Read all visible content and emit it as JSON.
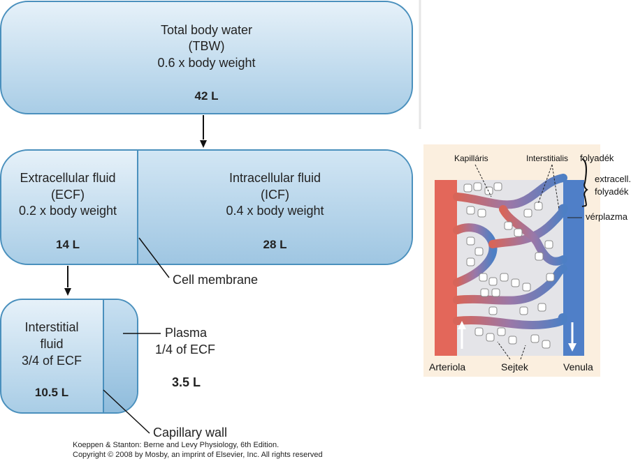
{
  "tbw": {
    "title": "Total body water",
    "abbr": "(TBW)",
    "formula": "0.6 x body weight",
    "volume": "42 L"
  },
  "ecf": {
    "title": "Extracellular fluid",
    "abbr": "(ECF)",
    "formula": "0.2 x body weight",
    "volume": "14 L"
  },
  "icf": {
    "title": "Intracellular fluid",
    "abbr": "(ICF)",
    "formula": "0.4 x body weight",
    "volume": "28 L"
  },
  "interstitial": {
    "line1": "Interstitial",
    "line2": "fluid",
    "line3": "3/4 of ECF",
    "volume": "10.5 L"
  },
  "plasma": {
    "title": "Plasma",
    "fraction": "1/4 of ECF",
    "volume": "3.5 L"
  },
  "labels": {
    "cell_membrane": "Cell membrane",
    "capillary_wall": "Capillary wall"
  },
  "credit": {
    "line1": "Koeppen & Stanton: Berne and Levy Physiology, 6th Edition.",
    "line2": "Copyright © 2008 by Mosby, an imprint of Elsevier, Inc. All rights reserved"
  },
  "illustration": {
    "kapillaris": "Kapilláris",
    "interstitialis": "Interstitialis",
    "folyadek": "folyadék",
    "extracell": "extracell.",
    "folyadek2": "folyadék",
    "verplazma": "vérplazma",
    "arteriola": "Arteriola",
    "sejtek": "Sejtek",
    "venula": "Venula"
  },
  "colors": {
    "box_border": "#4a90bd",
    "box_fill": "#bcd9ec",
    "panel_bg": "#fbefdf",
    "arterial": "#e4685a",
    "venous": "#4a7fc6"
  }
}
